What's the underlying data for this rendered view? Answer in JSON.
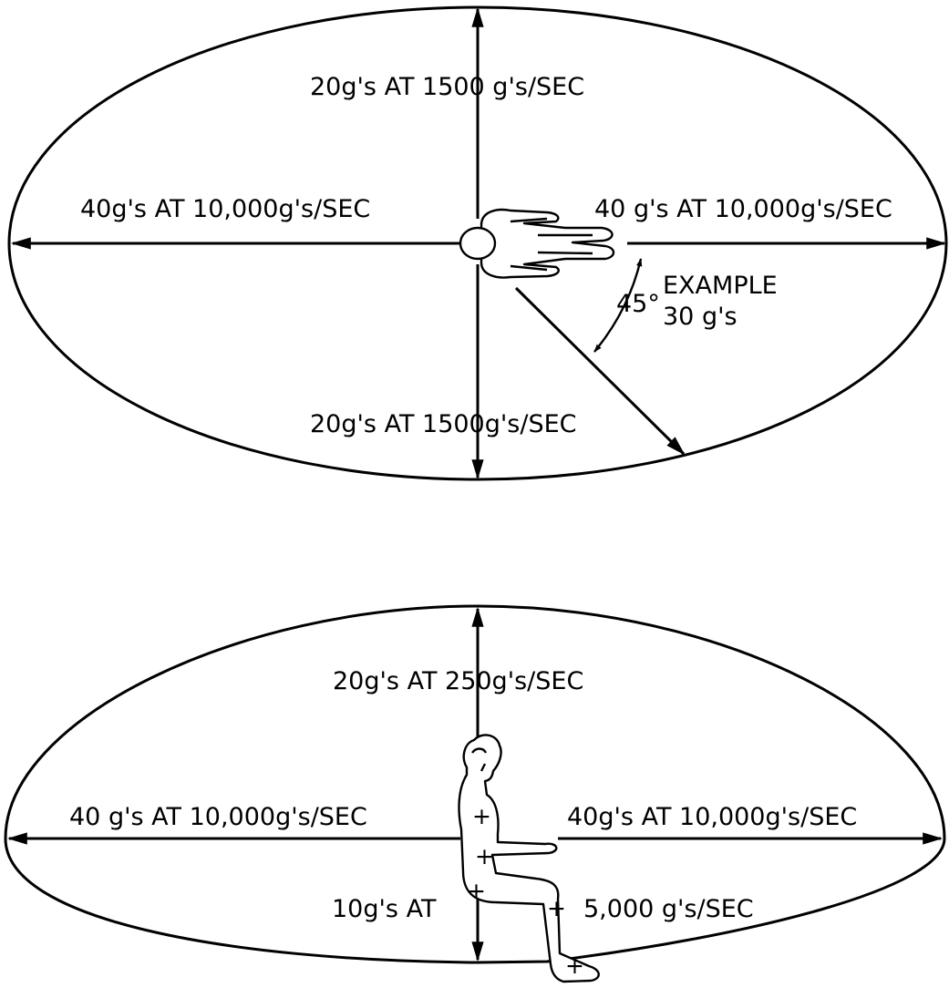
{
  "top_diagram": {
    "up": "20g's  AT 1500 g's/SEC",
    "left": "40g's AT 10,000g's/SEC",
    "right": "40 g's AT 10,000g's/SEC",
    "down": "20g's AT 1500g's/SEC",
    "angle": "45°",
    "example_title": "EXAMPLE",
    "example_value": "30 g's"
  },
  "bottom_diagram": {
    "up": "20g's AT 250g's/SEC",
    "left": "40 g's AT 10,000g's/SEC",
    "right": "40g's AT 10,000g's/SEC",
    "down_left": "10g's AT",
    "down_right": "5,000 g's/SEC"
  }
}
